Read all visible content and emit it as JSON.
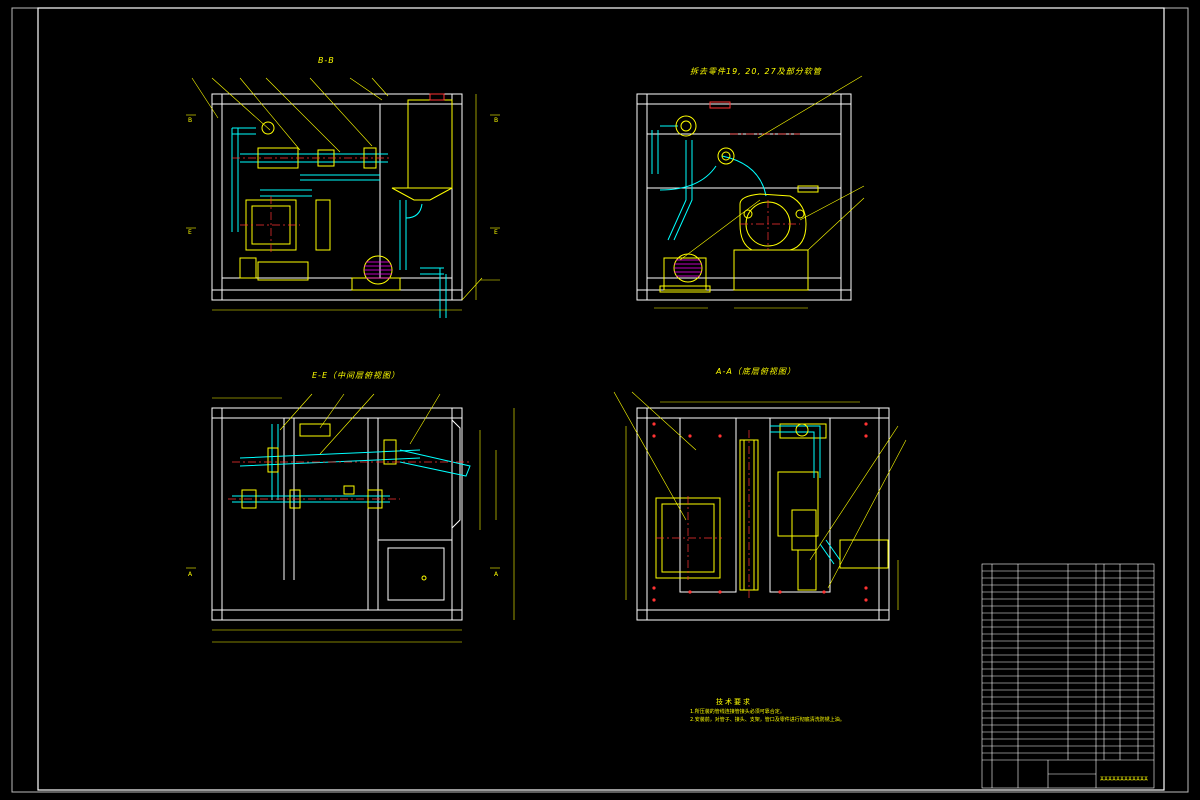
{
  "views": {
    "bb": {
      "title": "B-B"
    },
    "top_right": {
      "title": "拆去零件19, 20, 27及部分软管"
    },
    "ee": {
      "title": "E-E（中间层俯视图）"
    },
    "aa": {
      "title": "A-A（底层俯视图）"
    }
  },
  "section_markers": {
    "b": "B",
    "e": "E",
    "a": "A"
  },
  "notes": {
    "heading": "技术要求",
    "line1": "1.所压装的管线连接管接头必须可靠合定。",
    "line2": "2.安装前，对管子、接头、支架，管口及零件进行彻底清洗防锈上油。"
  },
  "title_block": {
    "drawing_name": "某某某某某某某某某某某某"
  },
  "colors": {
    "background": "#000000",
    "outline": "#ffffff",
    "geometry": "#ffff00",
    "pipe": "#00ffff",
    "center": "#ff3333",
    "hatch": "#ff00ff"
  }
}
